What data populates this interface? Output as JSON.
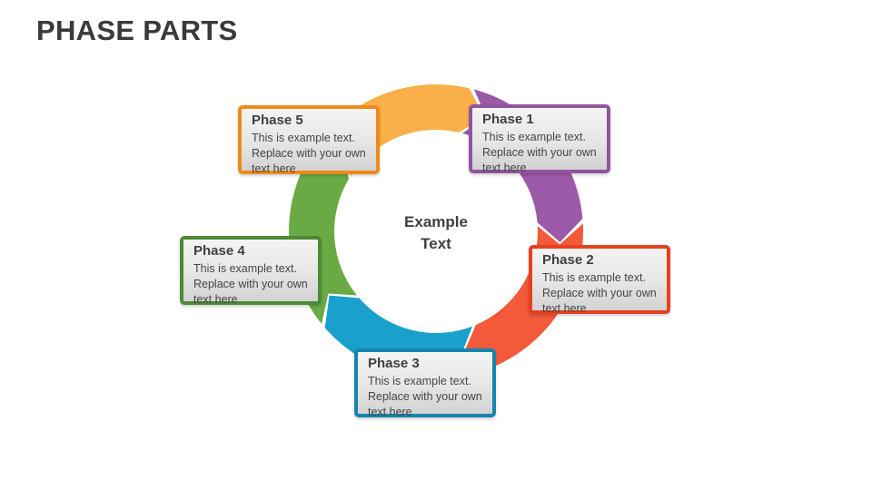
{
  "title": "PHASE PARTS",
  "center_text": [
    "Example",
    "Text"
  ],
  "phases": [
    {
      "label": "Phase 1",
      "text": [
        "This is example text.",
        "Replace with your own",
        "text here"
      ],
      "color": "#8f559e"
    },
    {
      "label": "Phase 2",
      "text": [
        "This is example text.",
        "Replace with your own",
        "text here"
      ],
      "color": "#e5401f"
    },
    {
      "label": "Phase 3",
      "text": [
        "This is example text.",
        "Replace with your own",
        "text here"
      ],
      "color": "#1585ad"
    },
    {
      "label": "Phase 4",
      "text": [
        "This is example text.",
        "Replace with your own",
        "text here"
      ],
      "color": "#4e8a35"
    },
    {
      "label": "Phase 5",
      "text": [
        "This is example text.",
        "Replace with your own",
        "text here"
      ],
      "color": "#ed8b1a"
    }
  ],
  "segment_colors": [
    "#9b59a8",
    "#f25a3a",
    "#1aa0cc",
    "#6aaa44",
    "#f9b04b"
  ]
}
